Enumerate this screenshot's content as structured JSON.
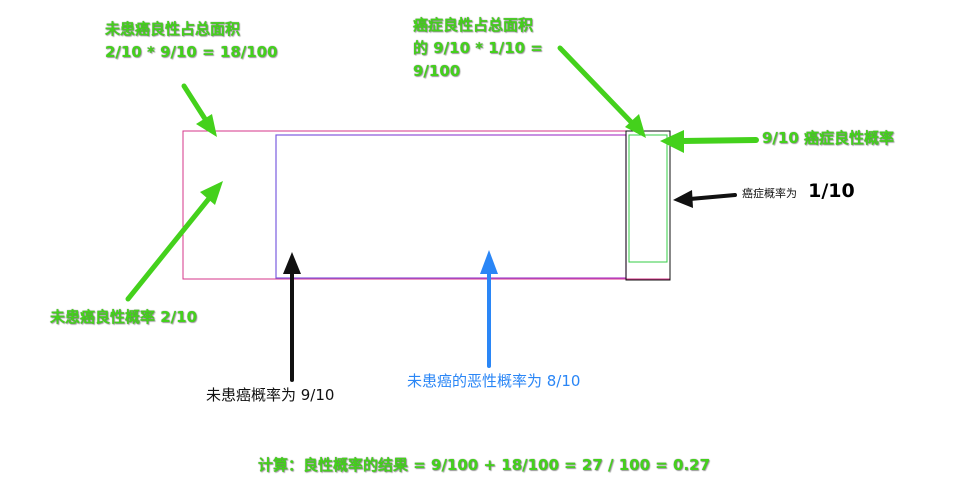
{
  "labels": {
    "top_left_line1": "未患癌良性占总面积",
    "top_left_line2": "2/10 *  9/10 = 18/100",
    "top_right_line1": "癌症良性占总面积",
    "top_right_line2": "的 9/10 * 1/10 =",
    "top_right_line3": "9/100",
    "right_benign": "9/10 癌症良性概率",
    "cancer_prob_prefix": "癌症概率为",
    "cancer_prob_value": "1/10",
    "left_benign": "未患癌良性概率 2/10",
    "no_cancer": "未患癌概率为 9/10",
    "no_cancer_malignant": "未患癌的恶性概率为 8/10",
    "calculation": "计算：良性概率的结果 = 9/100 + 18/100 = 27 / 100 = 0.27"
  },
  "colors": {
    "green": "#44d11c",
    "blue": "#2a86f6",
    "pink": "#d6358a",
    "purple": "#8a4fd6",
    "black": "#111111",
    "frame_green": "#33cc44"
  }
}
